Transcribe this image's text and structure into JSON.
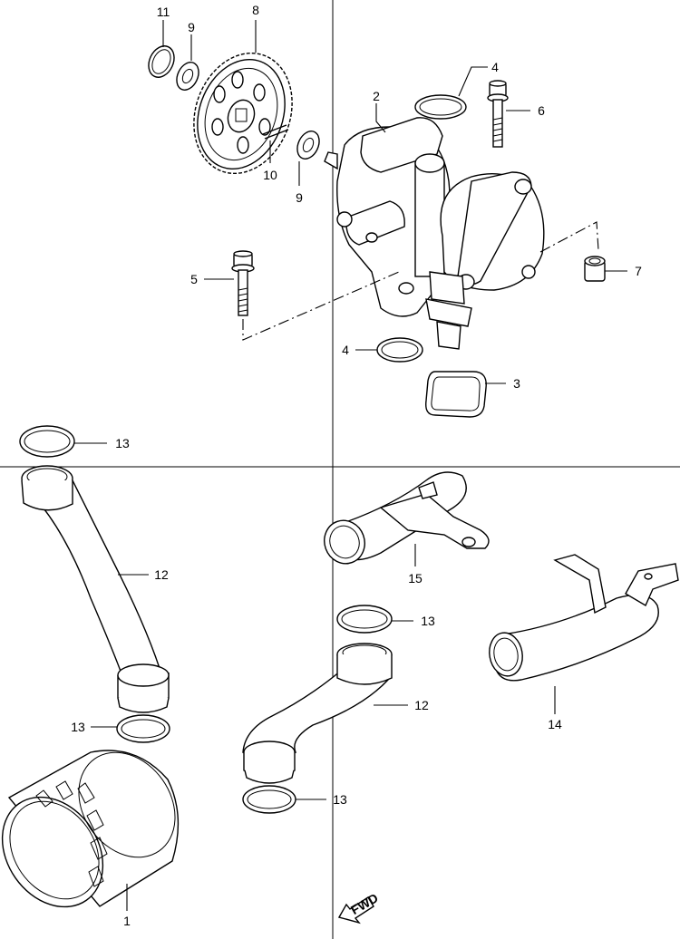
{
  "callouts": {
    "c11": "11",
    "c9a": "9",
    "c8": "8",
    "c4a": "4",
    "c2": "2",
    "c6": "6",
    "c10": "10",
    "c9b": "9",
    "c7": "7",
    "c5": "5",
    "c4b": "4",
    "c3": "3",
    "c13a": "13",
    "c12a": "12",
    "c13b": "13",
    "c15": "15",
    "c13c": "13",
    "c12b": "12",
    "c13d": "13",
    "c14": "14",
    "c1": "1"
  },
  "fwd_label": "FWD"
}
